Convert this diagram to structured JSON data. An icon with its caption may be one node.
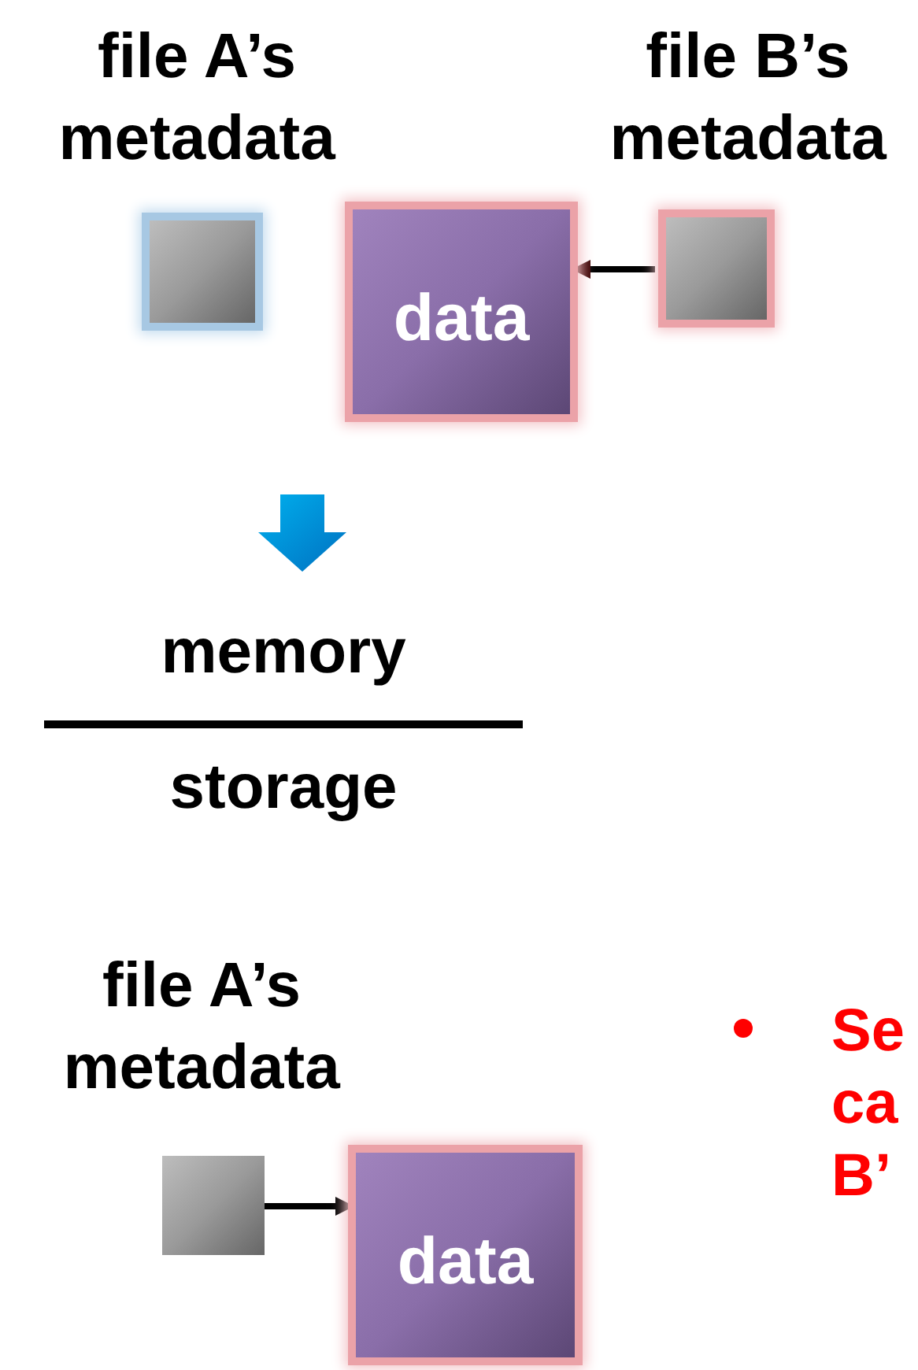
{
  "diagram": {
    "nodes": [
      {
        "text": [
          "file A’s metadata"
        ]
      },
      {
        "text": [
          "data"
        ]
      },
      {
        "text": [
          "file B’s metadata"
        ]
      },
      {
        "text": [
          "file A’s metadata"
        ]
      },
      {
        "text": [
          "data"
        ]
      }
    ],
    "edges": [
      {
        "from": 2,
        "to": 1,
        "arrow": "to"
      },
      {
        "from": 3,
        "to": 4,
        "arrow": "to"
      }
    ],
    "labels": [
      "memory",
      "storage",
      "Se ca B’"
    ]
  }
}
